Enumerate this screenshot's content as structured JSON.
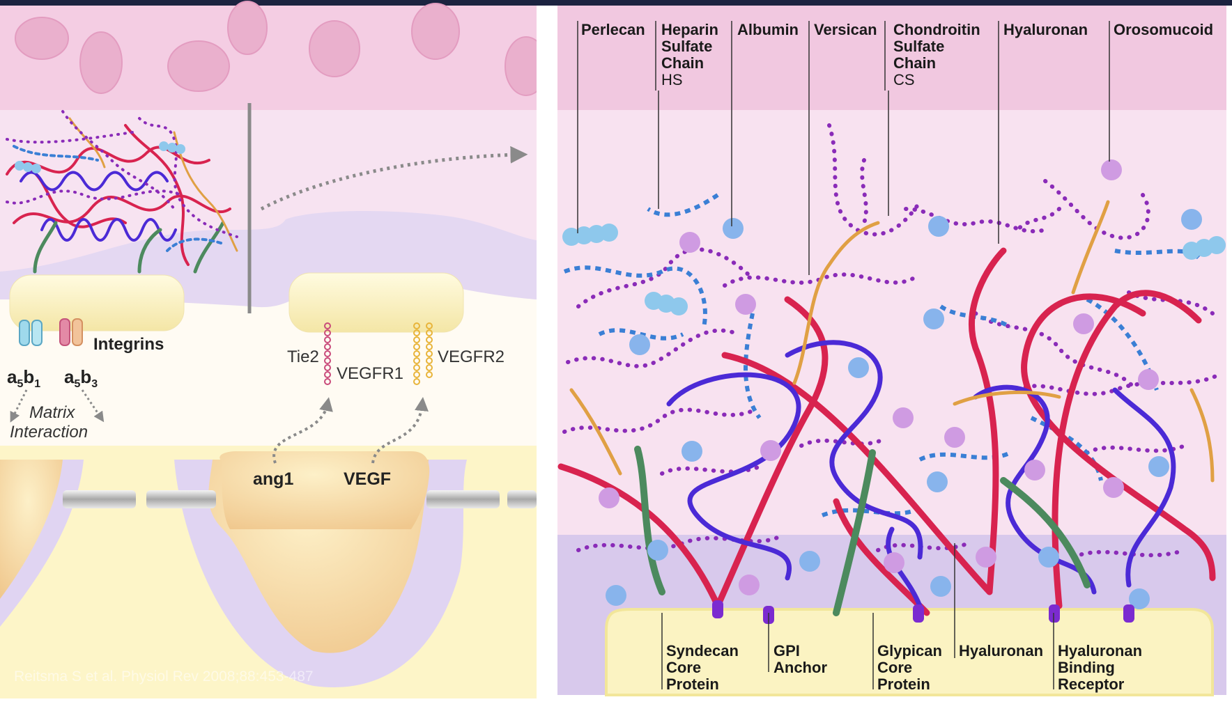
{
  "left_panel": {
    "integrins_label": "Integrins",
    "a5b1": {
      "a": "a",
      "s1": "5",
      "b": "b",
      "s2": "1"
    },
    "a5b3": {
      "a": "a",
      "s1": "5",
      "b": "b",
      "s2": "3"
    },
    "matrix_line1": "Matrix",
    "matrix_line2": "Interaction",
    "tie2": "Tie2",
    "vegfr1": "VEGFR1",
    "vegfr2": "VEGFR2",
    "ang1": "ang1",
    "vegf": "VEGF",
    "citation": "Reitsma S et al. Physiol Rev 2008;88:453-487"
  },
  "right_panel": {
    "top_labels": [
      {
        "lines": [
          "Perlecan"
        ],
        "sub": ""
      },
      {
        "lines": [
          "Heparin",
          "Sulfate",
          "Chain"
        ],
        "sub": "HS"
      },
      {
        "lines": [
          "Albumin"
        ],
        "sub": ""
      },
      {
        "lines": [
          "Versican"
        ],
        "sub": ""
      },
      {
        "lines": [
          "Chondroitin",
          "Sulfate",
          "Chain"
        ],
        "sub": "CS"
      },
      {
        "lines": [
          "Hyaluronan"
        ],
        "sub": ""
      },
      {
        "lines": [
          "Orosomucoid"
        ],
        "sub": ""
      }
    ],
    "bottom_labels": [
      {
        "lines": [
          "Syndecan",
          "Core",
          "Protein"
        ]
      },
      {
        "lines": [
          "GPI",
          "Anchor"
        ]
      },
      {
        "lines": [
          "Glypican",
          "Core",
          "Protein"
        ]
      },
      {
        "lines": [
          "Hyaluronan"
        ]
      },
      {
        "lines": [
          "Hyaluronan",
          "Binding",
          "Receptor"
        ]
      }
    ]
  },
  "colors": {
    "frame": "#1c2340",
    "plasma": "#f2c6de",
    "glyco": "#f8e0ef",
    "cell": "#fbf2bd",
    "membrane": "#ddd0ee",
    "purple_dots": "#8a2bb8",
    "blue_dots": "#3a7fd5",
    "red_chain": "#d8234f",
    "blue_helix": "#4b2ad6",
    "green_chain": "#4c8a5e",
    "orange_chain": "#e0a044",
    "arrow_gray": "#8a8a8a"
  }
}
